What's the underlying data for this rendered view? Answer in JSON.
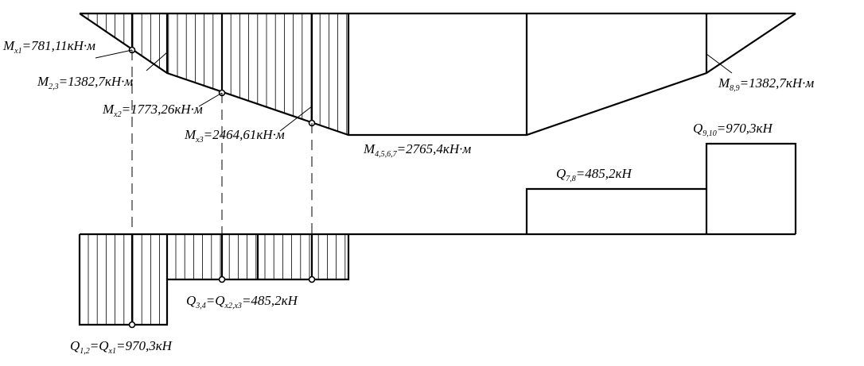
{
  "diagram": {
    "moment_labels": {
      "mx1": {
        "sym": "M",
        "sub": "x1",
        "val": "=781,11кН·м"
      },
      "m23": {
        "sym": "M",
        "sub": "2,3",
        "val": "=1382,7кН·м"
      },
      "mx2": {
        "sym": "M",
        "sub": "x2",
        "val": "=1773,26кН·м"
      },
      "mx3": {
        "sym": "M",
        "sub": "x3",
        "val": "=2464,61кН·м"
      },
      "m4567": {
        "sym": "M",
        "sub": "4,5,6,7",
        "val": "=2765,4кН·м"
      },
      "m89": {
        "sym": "M",
        "sub": "8,9",
        "val": "=1382,7кН·м"
      }
    },
    "shear_labels": {
      "q910": {
        "sym": "Q",
        "sub": "9,10",
        "val": "=970,3кН"
      },
      "q78": {
        "sym": "Q",
        "sub": "7,8",
        "val": "=485,2кН"
      },
      "q34": {
        "sym": "Q",
        "sub": "3,4",
        "eq": "=",
        "sym2": "Q",
        "sub2": "x2,x3",
        "val": "=485,2кН"
      },
      "q12": {
        "sym": "Q",
        "sub": "1,2",
        "eq": "=",
        "sym2": "Q",
        "sub2": "x1",
        "val": "=970,3кН"
      }
    }
  }
}
